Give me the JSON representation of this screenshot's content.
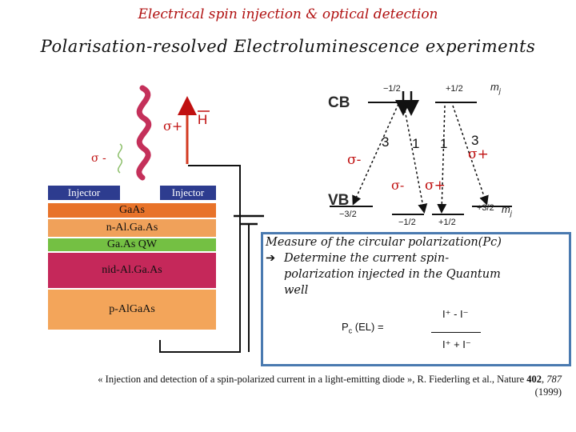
{
  "title": "Electrical spin injection & optical detection",
  "subtitle": "Polarisation-resolved Electroluminescence experiments",
  "device": {
    "sigma_plus": "σ+",
    "sigma_minus": "σ -",
    "field_label": "H",
    "injector_left": "Injector",
    "injector_right": "Injector",
    "layers": [
      {
        "label": "GaAs",
        "color": "#e8732a"
      },
      {
        "label": "n-Al.Ga.As",
        "color": "#f0a15a"
      },
      {
        "label": "Ga.As QW",
        "color": "#74c043"
      },
      {
        "label": "nid-Al.Ga.As",
        "color": "#c5285a"
      },
      {
        "label": "p-AlGaAs",
        "color": "#f3a55a"
      }
    ]
  },
  "bands": {
    "cb": "CB",
    "vb": "VB",
    "mj": "m",
    "mj_sub": "j",
    "cb_minus": "−1/2",
    "cb_plus": "+1/2",
    "vb_m32": "−3/2",
    "vb_m12": "−1/2",
    "vb_p12": "+1/2",
    "vb_p32": "+3/2",
    "w3a": "3",
    "w1a": "1",
    "w1b": "1",
    "w3b": "3",
    "sig_minus_outer": "σ-",
    "sig_plus_outer": "σ+",
    "sig_minus_inner": "σ-",
    "sig_plus_inner": "σ+"
  },
  "measure": {
    "line1": "Measure of the circular polarization(Pc)",
    "arrow": "➔",
    "line2": "Determine the current spin-",
    "line3": "polarization injected in the Quantum",
    "line4": "well",
    "pc_main": "P",
    "pc_sub": "c",
    "pc_rest": " (EL) = ",
    "numerator": "I⁺ - I⁻",
    "denominator": "I⁺ + I⁻"
  },
  "citation": {
    "text": "« Injection and detection of a spin-polarized current in a light-emitting diode », R. Fiederling et al., Nature ",
    "volume": "402",
    "pages": ", 787",
    "year": "(1999)"
  },
  "colors": {
    "accent_red": "#c01010",
    "injector_blue": "#2d3c8f",
    "box_border": "#4a7ab0"
  }
}
